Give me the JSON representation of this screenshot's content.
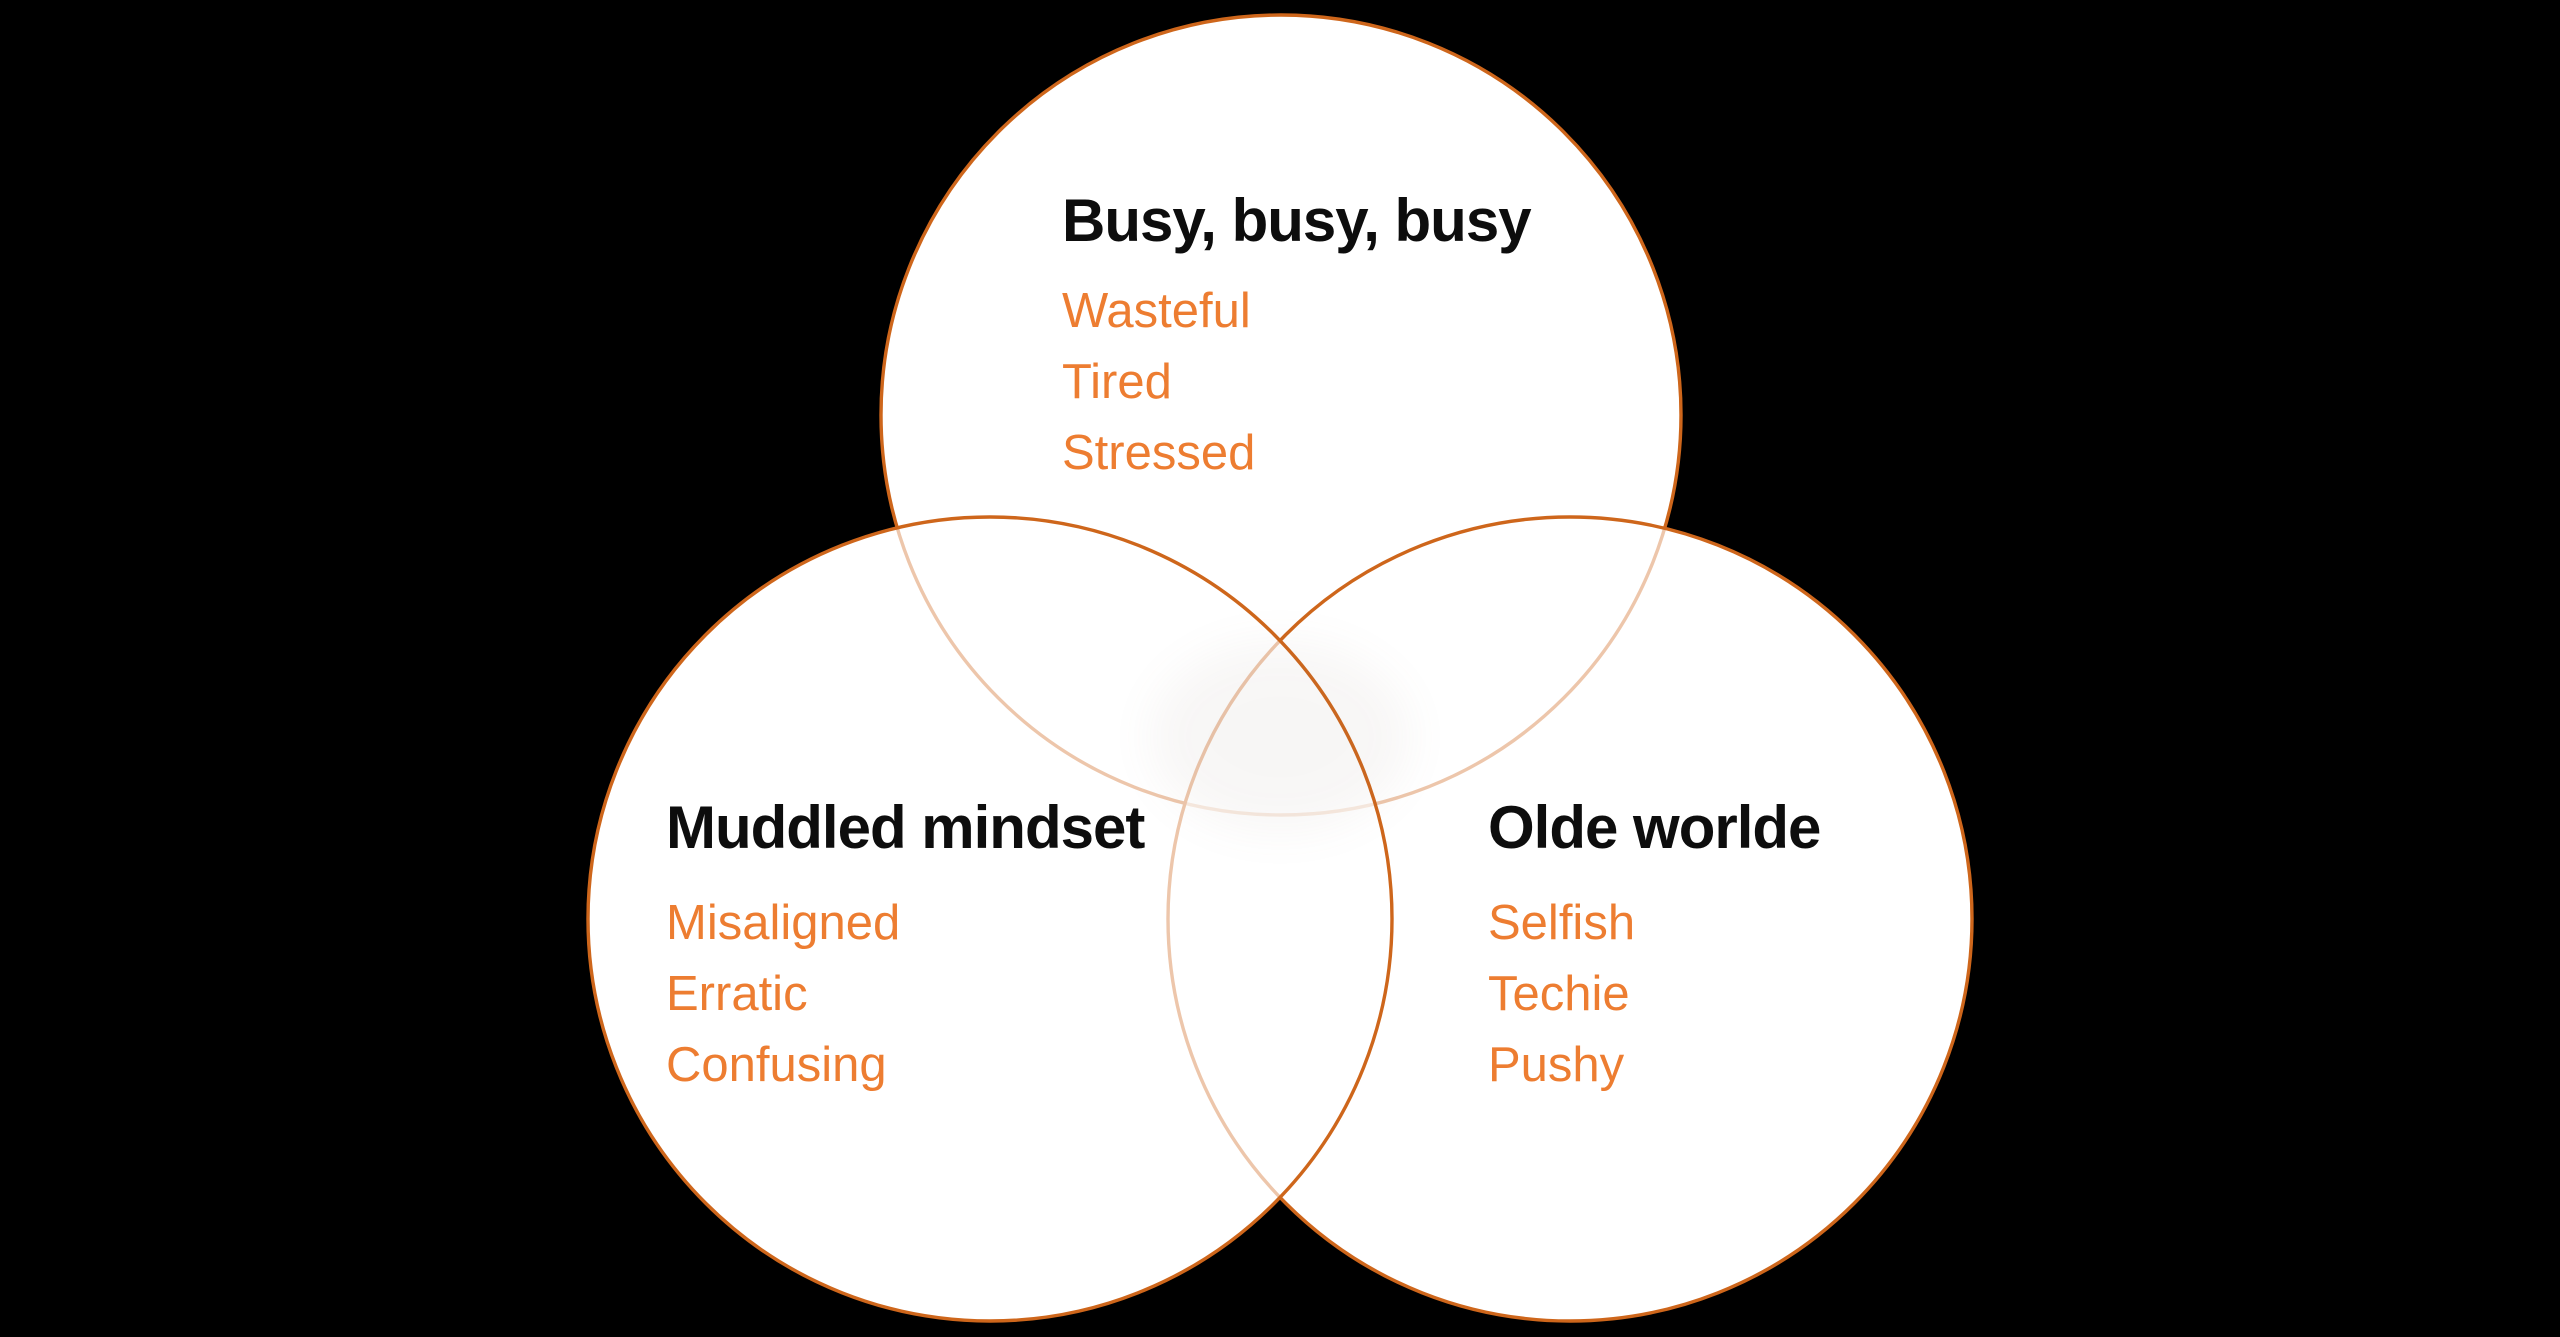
{
  "diagram": {
    "type": "venn-3-circle",
    "background_color": "#000000",
    "circle_fill_color": "#FFFFFF",
    "circle_stroke_color": "#CE661B",
    "title_color": "#0D0D0D",
    "item_color": "#ED7D31",
    "circles": [
      {
        "id": "top",
        "title": "Busy, busy, busy",
        "items": [
          "Wasteful",
          "Tired",
          "Stressed"
        ]
      },
      {
        "id": "bottom-left",
        "title": "Muddled mindset",
        "items": [
          "Misaligned",
          "Erratic",
          "Confusing"
        ]
      },
      {
        "id": "bottom-right",
        "title": "Olde worlde",
        "items": [
          "Selfish",
          "Techie",
          "Pushy"
        ]
      }
    ]
  }
}
